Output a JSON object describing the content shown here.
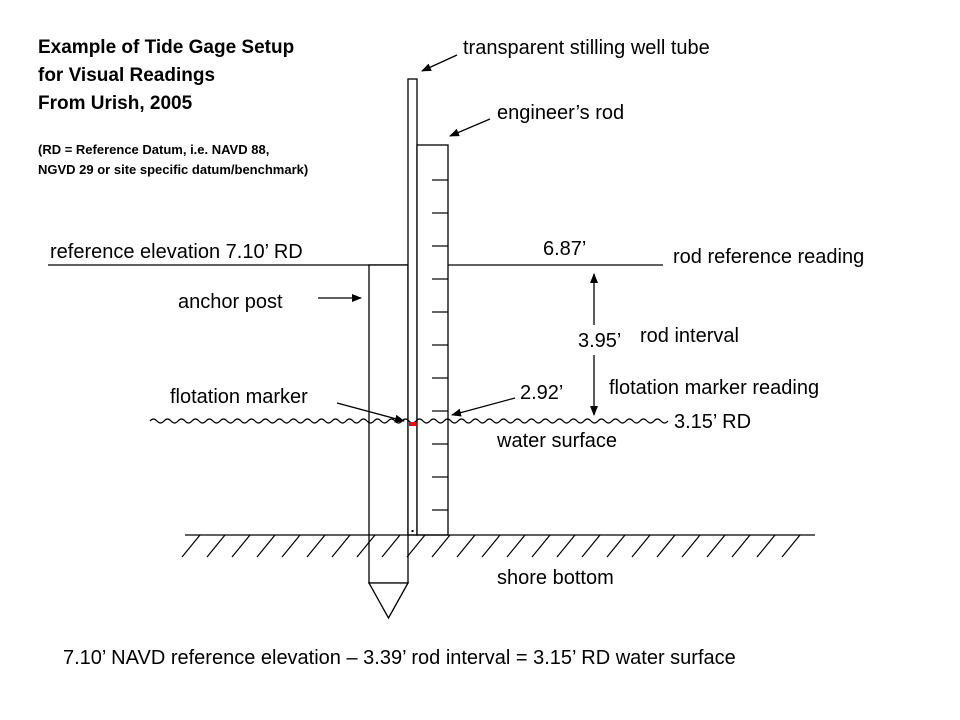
{
  "title_lines": [
    "Example of Tide Gage Setup",
    "for Visual Readings",
    "From Urish, 2005"
  ],
  "note_lines": [
    "(RD = Reference Datum, i.e. NAVD 88,",
    "NGVD 29 or site specific datum/benchmark)"
  ],
  "labels": {
    "stilling_well": "transparent stilling well tube",
    "engineers_rod": "engineer’s rod",
    "reference_elevation": "reference elevation  7.10’ RD",
    "rod_reference_value": "6.87’",
    "rod_reference_reading": "rod reference reading",
    "anchor_post": "anchor post",
    "rod_interval_value": "3.95’",
    "rod_interval": "rod interval",
    "flotation_marker": "flotation marker",
    "flotation_value": "2.92’",
    "flotation_marker_reading": "flotation marker reading",
    "water_rd": "3.15’ RD",
    "water_surface": "water surface",
    "shore_bottom": "shore bottom"
  },
  "equation": "7.10’ NAVD reference elevation – 3.39’ rod interval = 3.15’ RD water surface",
  "colors": {
    "line": "#000000",
    "marker": "#ff0000",
    "background": "#ffffff"
  }
}
